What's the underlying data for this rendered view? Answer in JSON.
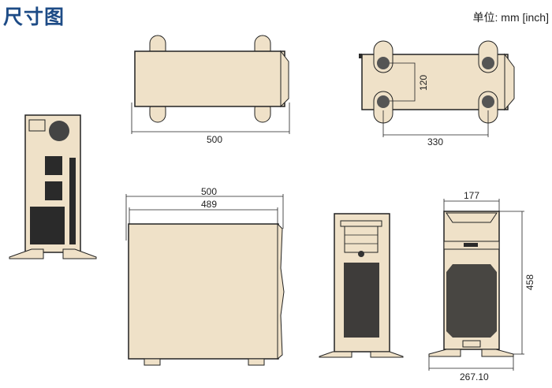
{
  "header": {
    "title": "尺寸图",
    "unit": "单位: mm [inch]"
  },
  "dimensions": {
    "top_length": "500",
    "bottom_depth": "120",
    "bottom_foot_span": "330",
    "side_length_outer": "500",
    "side_length_inner": "489",
    "front_width": "177",
    "front_height": "458",
    "foot_width": "267.10"
  },
  "colors": {
    "title": "#1d4b86",
    "body": "#efe1c8"
  }
}
